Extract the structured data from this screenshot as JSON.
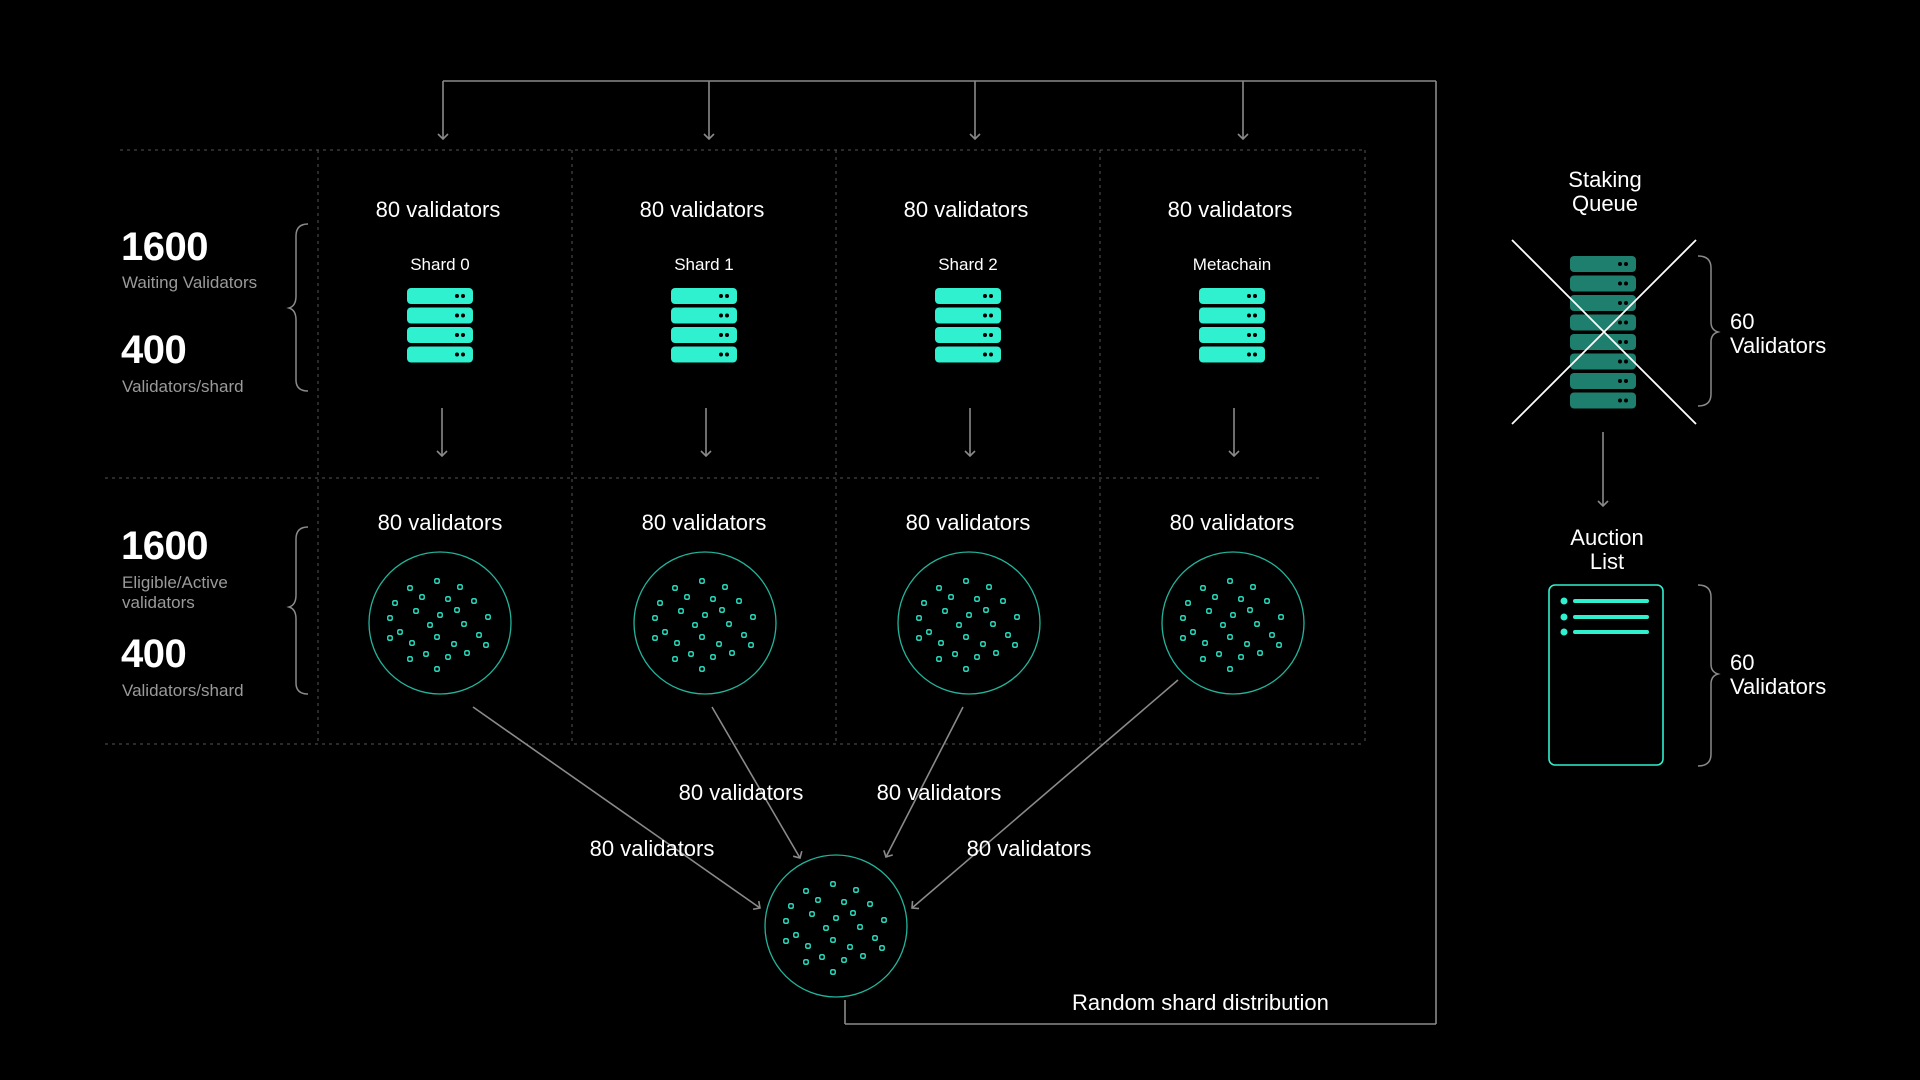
{
  "colors": {
    "accent": "#2ff0cf",
    "accent_dim": "#1f7f6e",
    "line": "#8a8a8a",
    "background": "#000000"
  },
  "left_stats": {
    "waiting_total": "1600",
    "waiting_label": "Waiting Validators",
    "waiting_per_shard": "400",
    "waiting_per_shard_label": "Validators/shard",
    "eligible_total": "1600",
    "eligible_label_line1": "Eligible/Active",
    "eligible_label_line2": "validators",
    "eligible_per_shard": "400",
    "eligible_per_shard_label": "Validators/shard"
  },
  "shards": [
    {
      "name": "Shard 0",
      "waiting_count": "80 validators",
      "eligible_count": "80 validators"
    },
    {
      "name": "Shard 1",
      "waiting_count": "80 validators",
      "eligible_count": "80 validators"
    },
    {
      "name": "Shard 2",
      "waiting_count": "80 validators",
      "eligible_count": "80 validators"
    },
    {
      "name": "Metachain",
      "waiting_count": "80 validators",
      "eligible_count": "80 validators"
    }
  ],
  "flow_labels": [
    "80 validators",
    "80 validators",
    "80 validators",
    "80 validators"
  ],
  "distribution_label": "Random shard distribution",
  "staking_queue": {
    "title_line1": "Staking",
    "title_line2": "Queue",
    "count_line1": "60",
    "count_line2": "Validators",
    "icon": "server-stack-icon",
    "crossed_out": true
  },
  "auction_list": {
    "title_line1": "Auction",
    "title_line2": "List",
    "count_line1": "60",
    "count_line2": "Validators",
    "icon": "list-document-icon"
  }
}
